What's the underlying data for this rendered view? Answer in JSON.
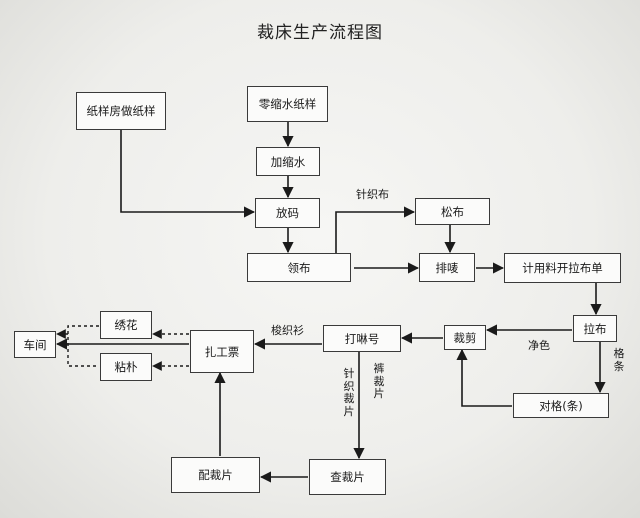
{
  "title": "裁床生产流程图",
  "nodes": {
    "paper_pattern": "纸样房做纸样",
    "zero_shrink": "零缩水纸样",
    "add_shrink": "加缩水",
    "grading": "放码",
    "collect_fabric": "领布",
    "relax_fabric": "松布",
    "marker": "排唛",
    "calc_material": "计用料开拉布单",
    "spreading": "拉布",
    "cutting": "裁剪",
    "numbering": "打啉号",
    "bundle_ticket": "扎工票",
    "embroidery": "绣花",
    "fusing": "粘朴",
    "workshop": "车间",
    "match_check": "对格(条)",
    "inspect_pieces": "查裁片",
    "match_pieces": "配裁片"
  },
  "labels": {
    "knit_fabric": "针织布",
    "knit_shirt": "梭织衫",
    "solid_color": "净色",
    "stripes": "格条",
    "knit_pieces": "针织裁片",
    "woven_pieces": "裤裁片"
  }
}
